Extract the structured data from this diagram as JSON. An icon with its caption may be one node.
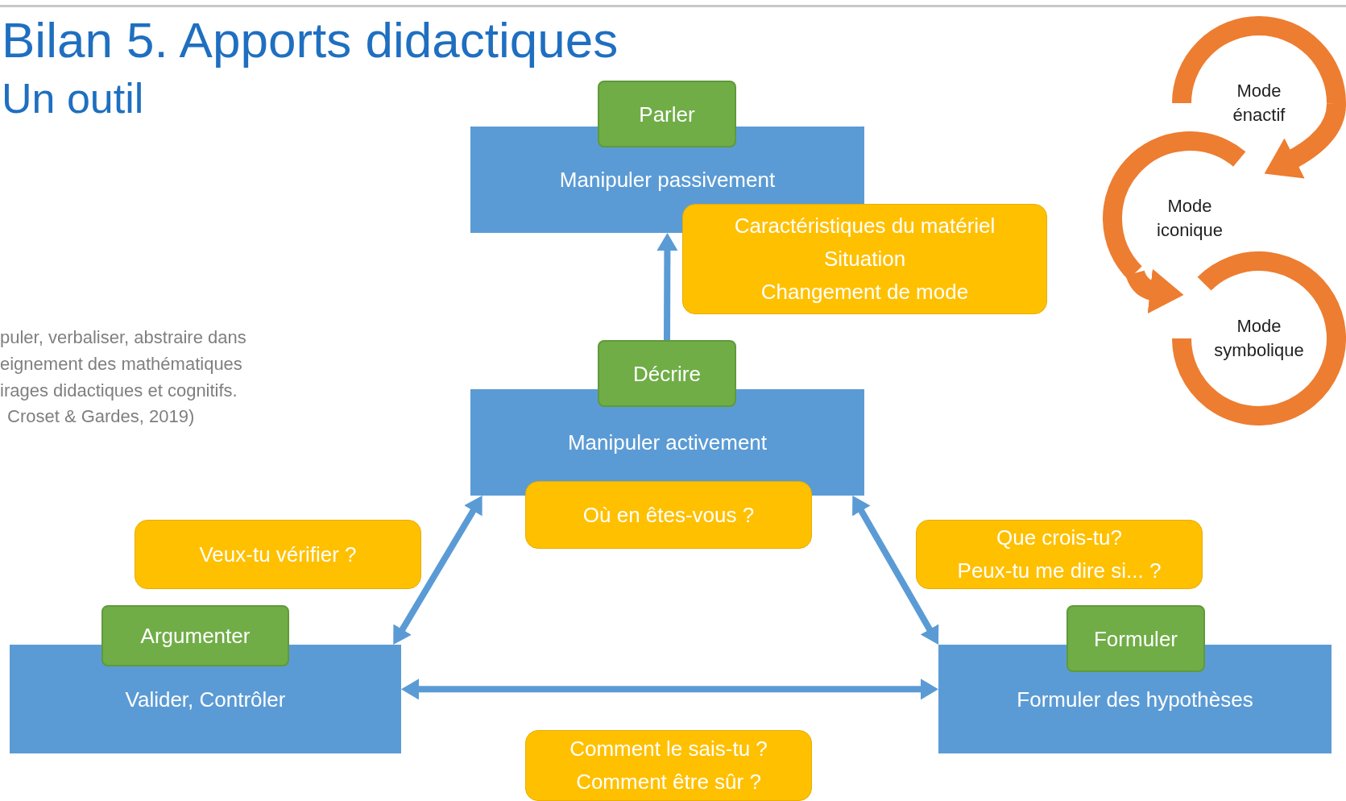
{
  "diagram": {
    "title": "Bilan 5. Apports didactiques",
    "nodes": [
      {
        "text": [
          "Manipuler passivement"
        ]
      },
      {
        "text": [
          "Parler"
        ]
      },
      {
        "text": [
          "Caractéristiques du matériel",
          "Situation",
          "Changement de mode"
        ]
      },
      {
        "text": [
          "Manipuler activement"
        ]
      },
      {
        "text": [
          "Décrire"
        ]
      },
      {
        "text": [
          "Où en êtes-vous ?"
        ]
      },
      {
        "text": [
          "Veux-tu vérifier ?"
        ]
      },
      {
        "text": [
          "Valider, Contrôler"
        ]
      },
      {
        "text": [
          "Argumenter"
        ]
      },
      {
        "text": [
          "Que crois-tu?",
          "Peux-tu me dire si... ?"
        ]
      },
      {
        "text": [
          "Formuler des hypothèses"
        ]
      },
      {
        "text": [
          "Formuler"
        ]
      },
      {
        "text": [
          "Comment le sais-tu ?",
          "Comment être sûr ?"
        ]
      },
      {
        "text": [
          "Mode énactif"
        ]
      },
      {
        "text": [
          "Mode iconique"
        ]
      },
      {
        "text": [
          "Mode symbolique"
        ]
      }
    ],
    "edges": [
      {
        "from": 4,
        "to": 0,
        "arrow": "to"
      },
      {
        "from": 3,
        "to": 7,
        "arrow": "both"
      },
      {
        "from": 3,
        "to": 10,
        "arrow": "both"
      },
      {
        "from": 7,
        "to": 10,
        "arrow": "both"
      },
      {
        "from": 13,
        "to": 14,
        "arrow": "to",
        "style": "thick",
        "color": "#ed7d31"
      },
      {
        "from": 14,
        "to": 15,
        "arrow": "to",
        "style": "thick",
        "color": "#ed7d31"
      }
    ],
    "labels": [
      "Un outil",
      "puler, verbaliser, abstraire dans",
      "eignement des mathématiques",
      "irages didactiques et cognitifs.",
      "Croset & Gardes, 2019)"
    ]
  }
}
